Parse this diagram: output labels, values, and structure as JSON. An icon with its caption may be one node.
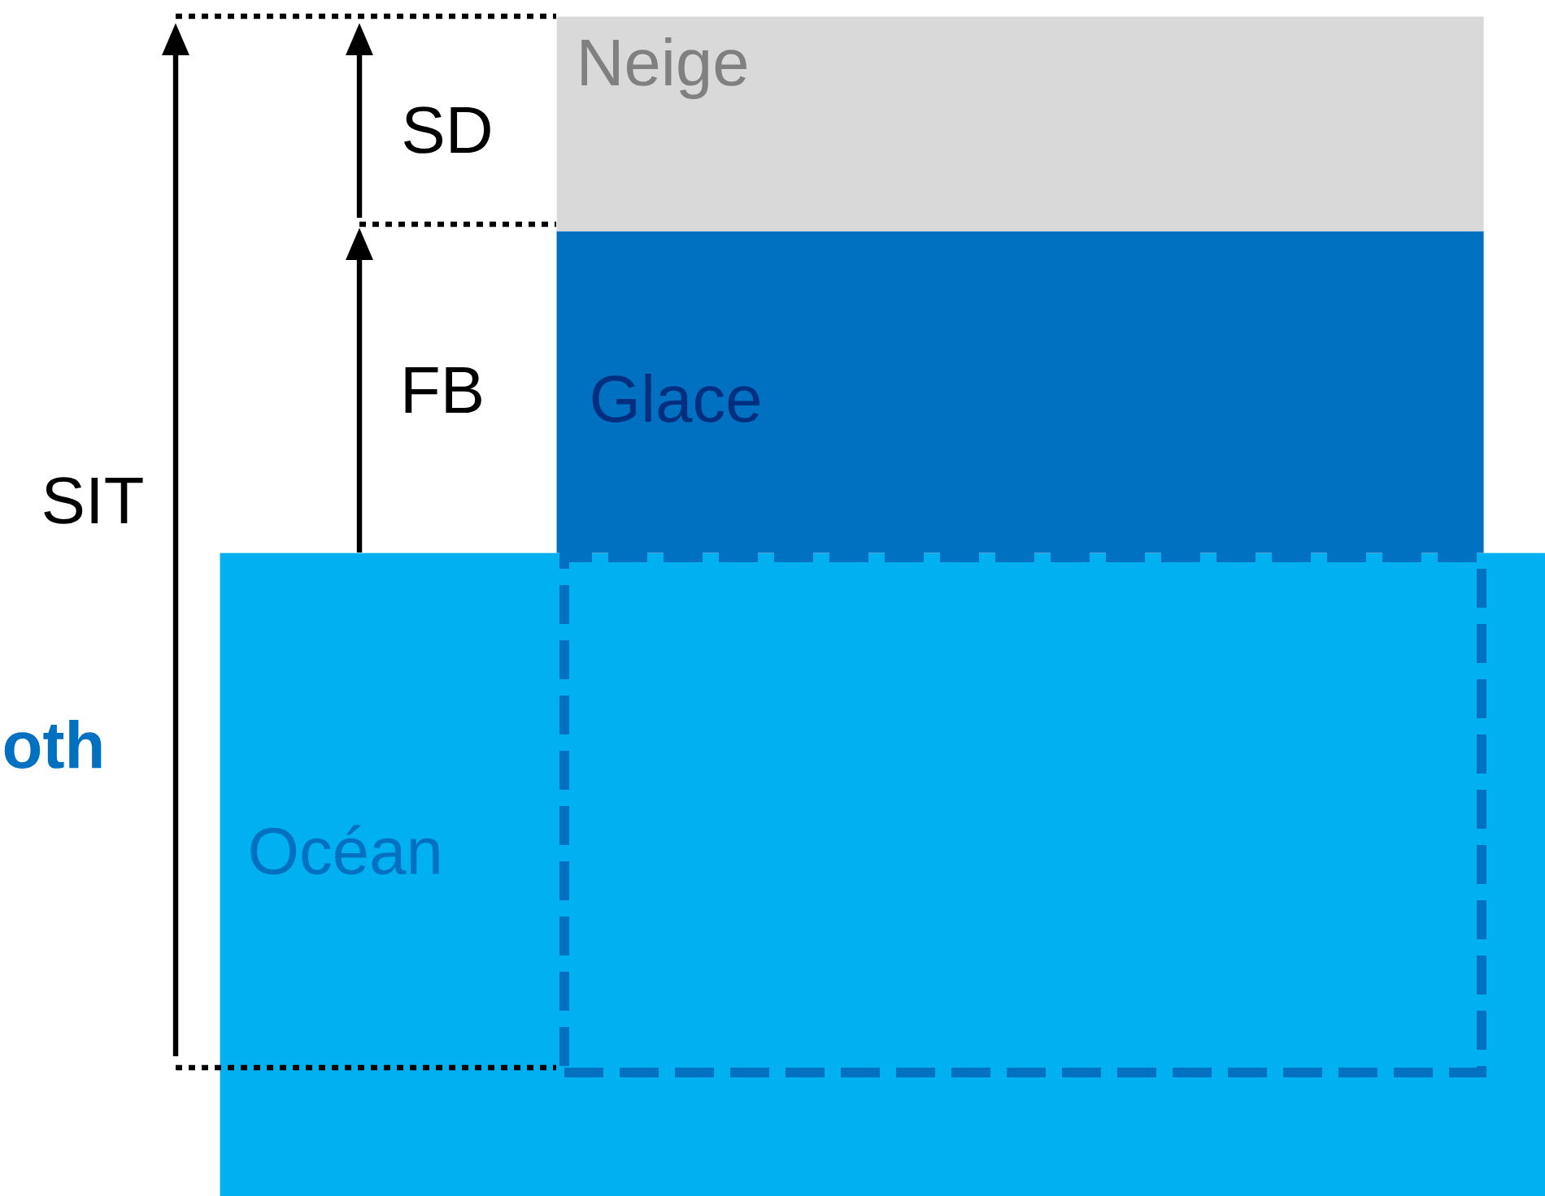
{
  "diagram": {
    "nodes": [
      {
        "text": [
          "Neige"
        ]
      },
      {
        "text": [
          "Glace"
        ]
      },
      {
        "text": [
          "Océan"
        ]
      },
      {
        "text": [],
        "shape": "box",
        "in": 2
      }
    ],
    "labels": [
      "SD",
      "FB",
      "SIT",
      "oth"
    ]
  }
}
